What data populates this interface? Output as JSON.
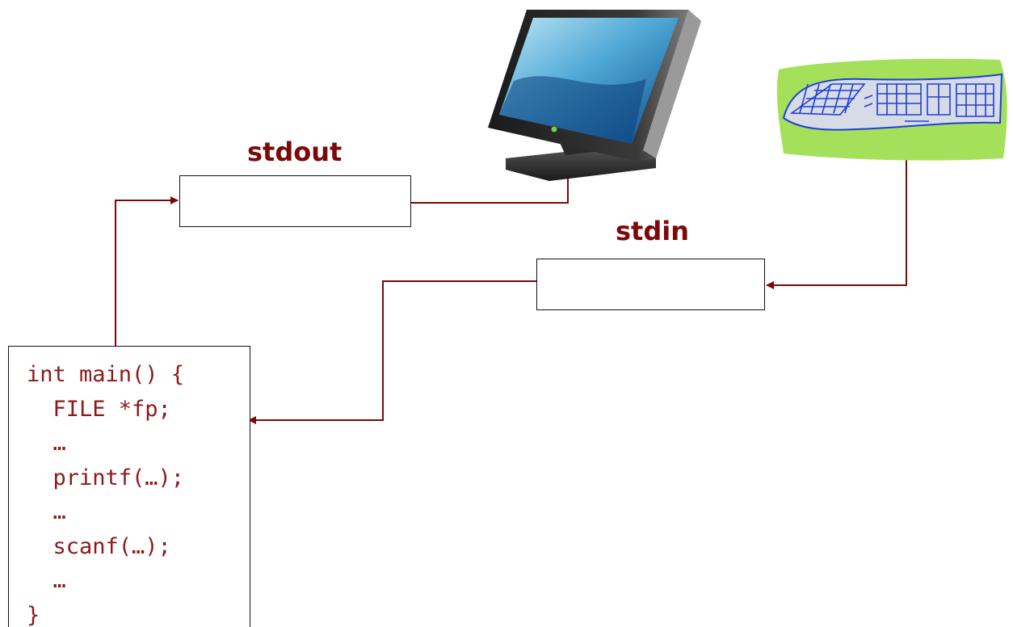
{
  "labels": {
    "stdout": "stdout",
    "stdin": "stdin"
  },
  "code": {
    "lines": [
      "int main() {",
      "  FILE *fp;",
      "  …",
      "  printf(…);",
      "  …",
      "  scanf(…);",
      "  …",
      "}"
    ]
  },
  "icons": {
    "monitor": "monitor-icon",
    "keyboard": "keyboard-icon"
  },
  "colors": {
    "accent": "#7a0a0a",
    "code_text": "#8b1a1a",
    "keyboard_blob": "#a5e05a",
    "keyboard_lines": "#1f3fd6"
  }
}
